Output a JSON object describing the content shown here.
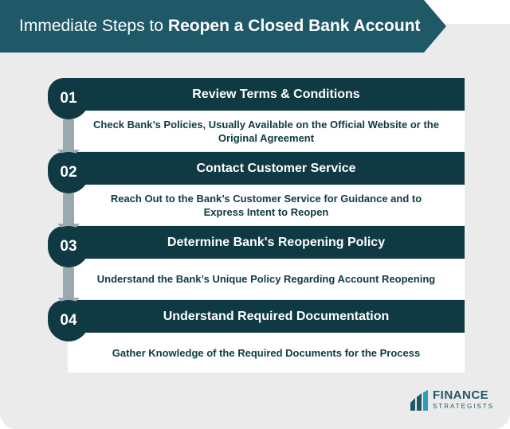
{
  "header": {
    "title_regular": "Immediate Steps to",
    "title_bold": "Reopen a Closed Bank Account"
  },
  "steps": [
    {
      "number": "01",
      "title": "Review Terms & Conditions",
      "description": "Check Bank’s Policies, Usually Available on the Official Website or the Original Agreement"
    },
    {
      "number": "02",
      "title": "Contact Customer Service",
      "description": "Reach Out to the Bank’s Customer Service for Guidance and to Express Intent to Reopen"
    },
    {
      "number": "03",
      "title": "Determine Bank's Reopening Policy",
      "description": "Understand the Bank’s Unique Policy Regarding Account Reopening"
    },
    {
      "number": "04",
      "title": "Understand Required Documentation",
      "description": "Gather Knowledge of the Required Documents for the Process"
    }
  ],
  "logo": {
    "name": "FINANCE",
    "sub": "STRATEGISTS"
  },
  "colors": {
    "banner": "#1f5968",
    "dark_teal": "#0f3a43",
    "panel_bg": "#ebebeb",
    "arrow": "#9aa9ad"
  }
}
